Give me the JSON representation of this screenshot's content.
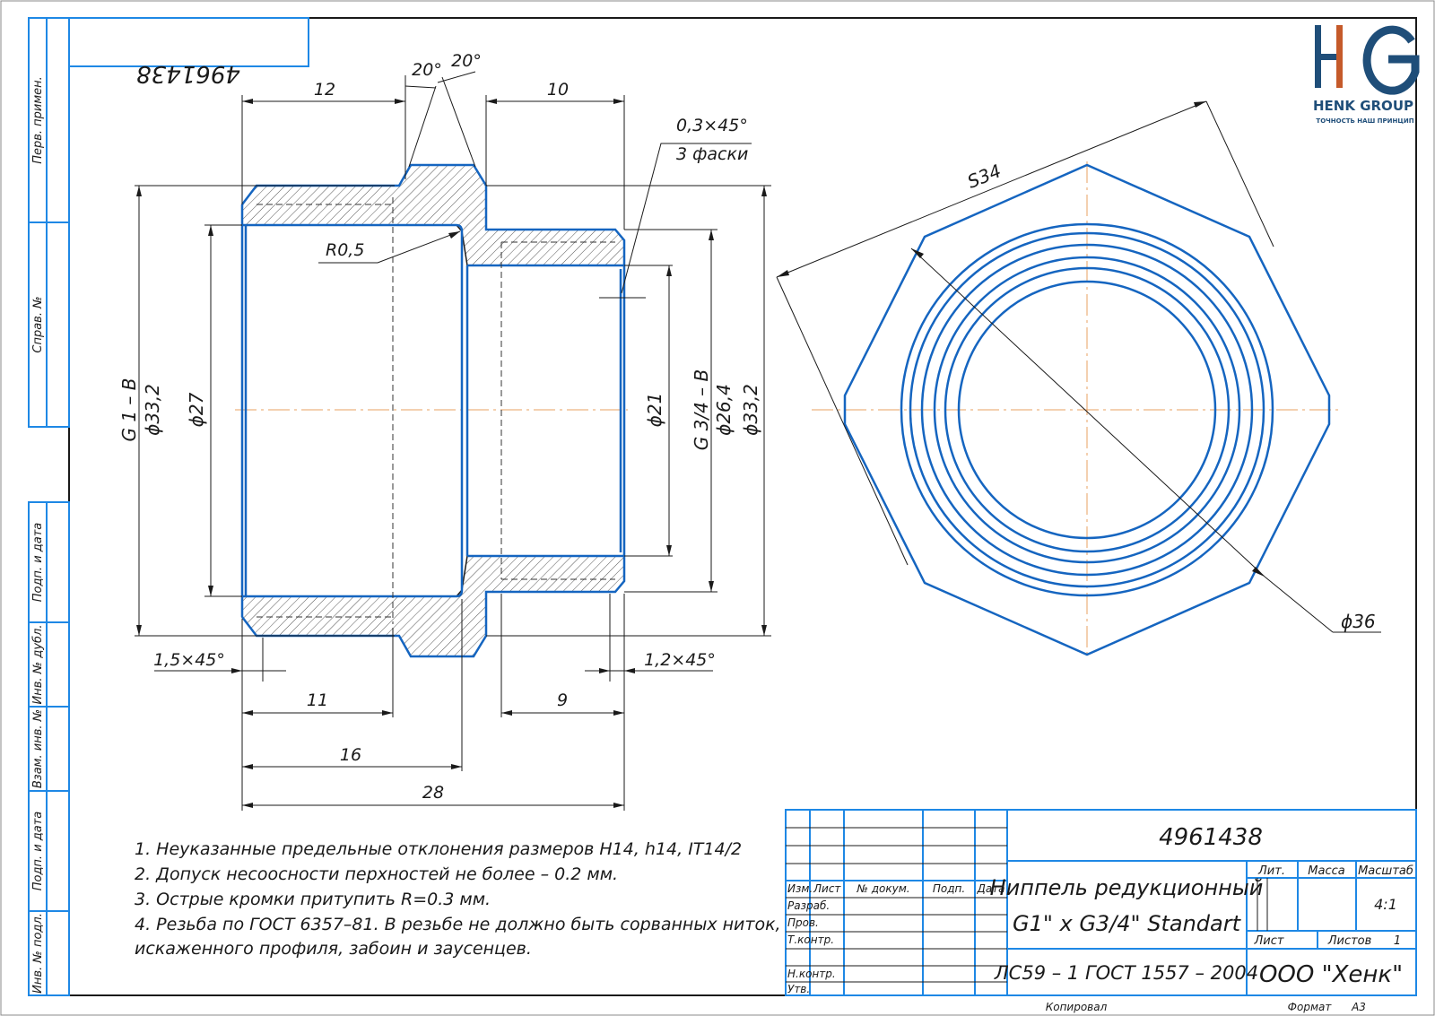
{
  "stamp_number": "4961438",
  "logo": {
    "brand": "HENK GROUP",
    "slogan": "ТОЧНОСТЬ НАШ ПРИНЦИП",
    "colors": {
      "blue": "#1f4e79",
      "orange": "#c55a2a"
    }
  },
  "side_strip": [
    "Перв. примен.",
    "Справ. №",
    "Подп. и дата",
    "Инв. № дубл.",
    "Взам. инв. №",
    "Подп. и дата",
    "Инв. № подл."
  ],
  "section_view": {
    "dims": {
      "d12": "12",
      "a20l": "20°",
      "a20r": "20°",
      "d10": "10",
      "chamfer_top": "0,3×45°",
      "chamfer_note": "3 фаски",
      "r05": "R0,5",
      "g1b": "G 1 – B",
      "d332_left": "ϕ33,2",
      "d27": "ϕ27",
      "d21": "ϕ21",
      "g34b": "G 3/4 – B",
      "d264": "ϕ26,4",
      "d332_right": "ϕ33,2",
      "ch15": "1,5×45°",
      "ch12": "1,2×45°",
      "d11": "11",
      "d9": "9",
      "d16": "16",
      "d28": "28"
    }
  },
  "hex_view": {
    "dims": {
      "s34": "S34",
      "d36": "ϕ36"
    }
  },
  "notes": [
    "1. Неуказанные предельные отклонения размеров H14, h14, IT14/2",
    "2. Допуск несоосности перхностей не более – 0.2 мм.",
    "3. Острые кромки притупить R=0.3 мм.",
    "4. Резьба по ГОСТ 6357–81. В резьбе не должно быть сорванных ниток,",
    "искаженного профиля, забоин и заусенцев."
  ],
  "title_block": {
    "doc_number": "4961438",
    "headers": {
      "izm": "Изм.",
      "list": "Лист",
      "ndoc": "№ докум.",
      "podp": "Подп.",
      "data": "Дата"
    },
    "roles": [
      "Разраб.",
      "Пров.",
      "Т.контр.",
      "",
      "Н.контр.",
      "Утв."
    ],
    "name_line1": "Ниппель редукционный",
    "name_line2": "G1\" x G3/4\" Standart",
    "lit": "Лит.",
    "massa": "Масса",
    "masshtab": "Масштаб",
    "scale": "4:1",
    "sheet": "Лист",
    "sheets": "Листов",
    "sheets_count": "1",
    "material": "ЛС59 – 1 ГОСТ 1557 – 2004",
    "company": "ООО \"Хенк\"",
    "copied": "Копировал",
    "format_label": "Формат",
    "format": "A3"
  }
}
